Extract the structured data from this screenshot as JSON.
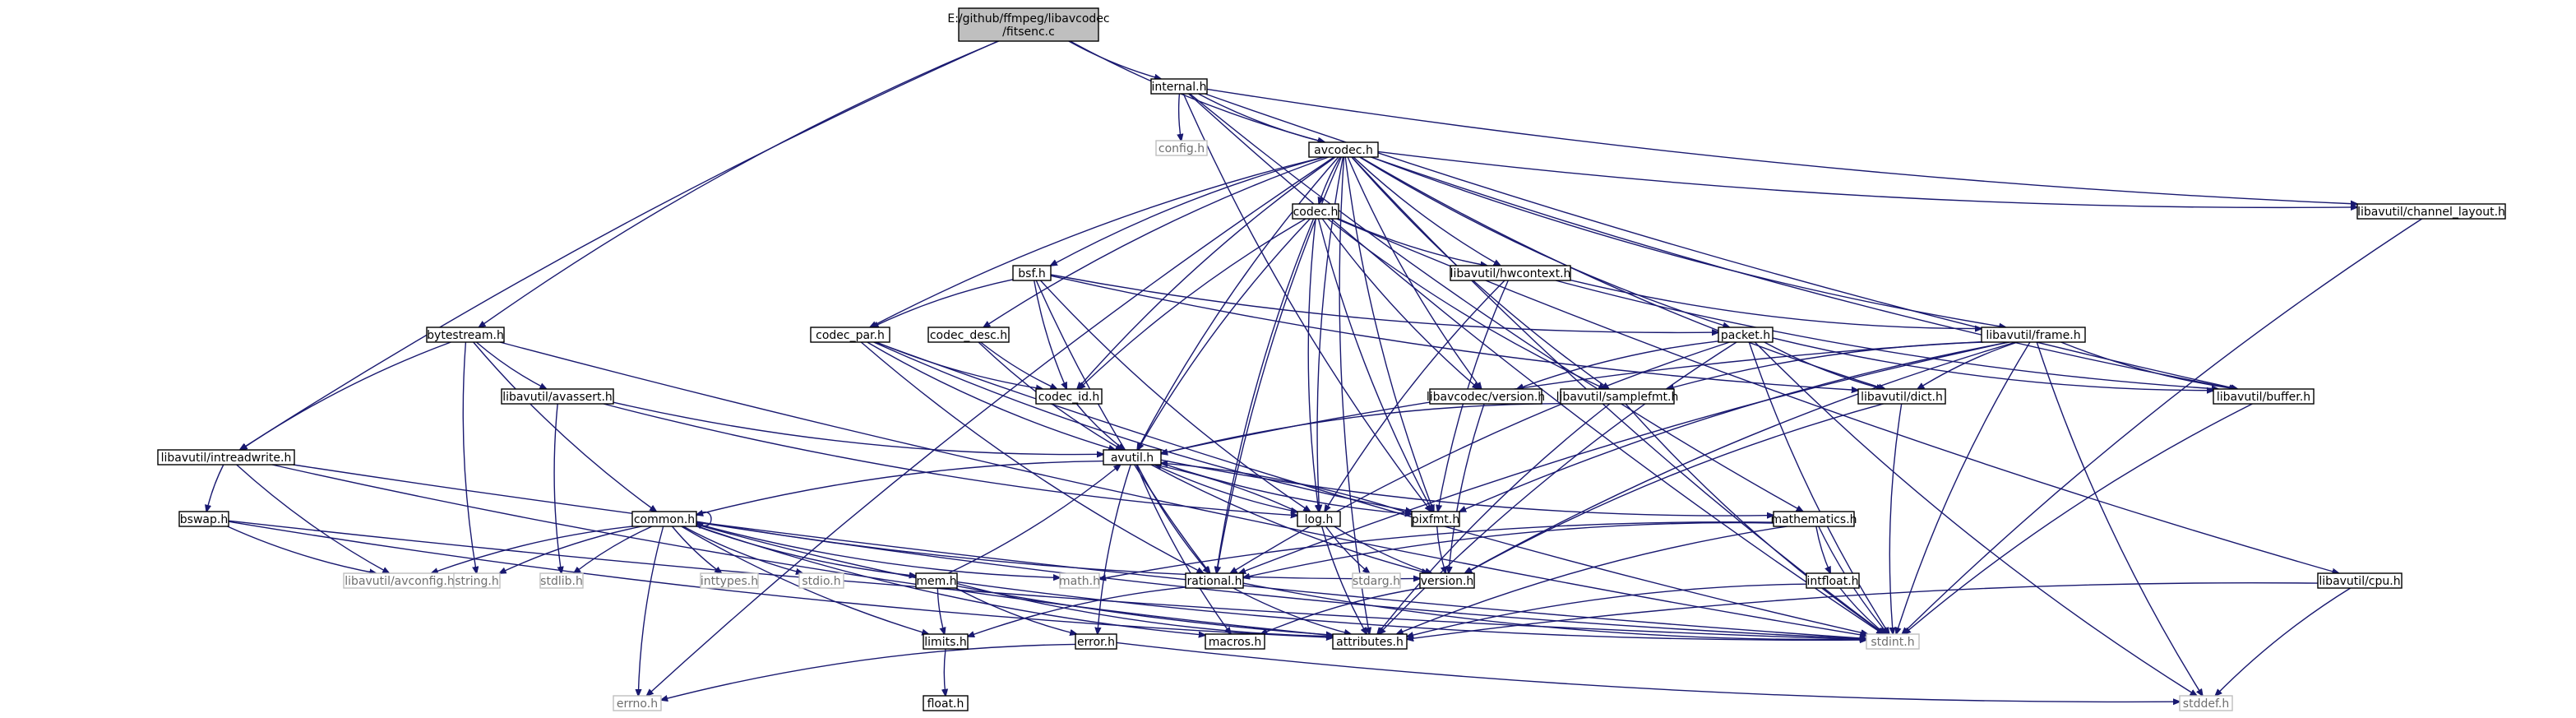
{
  "diagram": {
    "root": "E:/github/ffmpeg/libavcodec/fitsenc.c",
    "nodes": [
      {
        "id": "fitsenc",
        "label": [
          "E:/github/ffmpeg/libavcodec",
          "/fitsenc.c"
        ],
        "kind": "root"
      },
      {
        "id": "internal",
        "label": [
          "internal.h"
        ],
        "kind": "doc"
      },
      {
        "id": "avcodec",
        "label": [
          "avcodec.h"
        ],
        "kind": "doc"
      },
      {
        "id": "config",
        "label": [
          "config.h"
        ],
        "kind": "sys"
      },
      {
        "id": "chlayout",
        "label": [
          "libavutil/channel_layout.h"
        ],
        "kind": "doc"
      },
      {
        "id": "codec",
        "label": [
          "codec.h"
        ],
        "kind": "doc"
      },
      {
        "id": "bsf",
        "label": [
          "bsf.h"
        ],
        "kind": "doc"
      },
      {
        "id": "hwctx",
        "label": [
          "libavutil/hwcontext.h"
        ],
        "kind": "doc"
      },
      {
        "id": "bytestream",
        "label": [
          "bytestream.h"
        ],
        "kind": "doc"
      },
      {
        "id": "codecpar",
        "label": [
          "codec_par.h"
        ],
        "kind": "doc"
      },
      {
        "id": "codecdesc",
        "label": [
          "codec_desc.h"
        ],
        "kind": "doc"
      },
      {
        "id": "packet",
        "label": [
          "packet.h"
        ],
        "kind": "doc"
      },
      {
        "id": "frame",
        "label": [
          "libavutil/frame.h"
        ],
        "kind": "doc"
      },
      {
        "id": "avassert",
        "label": [
          "libavutil/avassert.h"
        ],
        "kind": "doc"
      },
      {
        "id": "codecid",
        "label": [
          "codec_id.h"
        ],
        "kind": "doc"
      },
      {
        "id": "codecver",
        "label": [
          "libavcodec/version.h"
        ],
        "kind": "doc"
      },
      {
        "id": "samplefmt",
        "label": [
          "libavutil/samplefmt.h"
        ],
        "kind": "doc"
      },
      {
        "id": "dict",
        "label": [
          "libavutil/dict.h"
        ],
        "kind": "doc"
      },
      {
        "id": "buffer",
        "label": [
          "libavutil/buffer.h"
        ],
        "kind": "doc"
      },
      {
        "id": "intreadwrite",
        "label": [
          "libavutil/intreadwrite.h"
        ],
        "kind": "doc"
      },
      {
        "id": "avutil",
        "label": [
          "avutil.h"
        ],
        "kind": "doc"
      },
      {
        "id": "bswap",
        "label": [
          "bswap.h"
        ],
        "kind": "doc"
      },
      {
        "id": "common",
        "label": [
          "common.h"
        ],
        "kind": "doc"
      },
      {
        "id": "log",
        "label": [
          "log.h"
        ],
        "kind": "doc"
      },
      {
        "id": "pixfmt",
        "label": [
          "pixfmt.h"
        ],
        "kind": "doc"
      },
      {
        "id": "mathematics",
        "label": [
          "mathematics.h"
        ],
        "kind": "doc"
      },
      {
        "id": "avconfig",
        "label": [
          "libavutil/avconfig.h"
        ],
        "kind": "sys"
      },
      {
        "id": "string",
        "label": [
          "string.h"
        ],
        "kind": "sys"
      },
      {
        "id": "stdlib",
        "label": [
          "stdlib.h"
        ],
        "kind": "sys"
      },
      {
        "id": "inttypes",
        "label": [
          "inttypes.h"
        ],
        "kind": "sys"
      },
      {
        "id": "stdio",
        "label": [
          "stdio.h"
        ],
        "kind": "sys"
      },
      {
        "id": "mathh",
        "label": [
          "math.h"
        ],
        "kind": "sys"
      },
      {
        "id": "mem",
        "label": [
          "mem.h"
        ],
        "kind": "doc"
      },
      {
        "id": "rational",
        "label": [
          "rational.h"
        ],
        "kind": "doc"
      },
      {
        "id": "stdarg",
        "label": [
          "stdarg.h"
        ],
        "kind": "sys"
      },
      {
        "id": "version",
        "label": [
          "version.h"
        ],
        "kind": "doc"
      },
      {
        "id": "intfloat",
        "label": [
          "intfloat.h"
        ],
        "kind": "doc"
      },
      {
        "id": "cpu",
        "label": [
          "libavutil/cpu.h"
        ],
        "kind": "doc"
      },
      {
        "id": "limits",
        "label": [
          "limits.h"
        ],
        "kind": "doc"
      },
      {
        "id": "error",
        "label": [
          "error.h"
        ],
        "kind": "doc"
      },
      {
        "id": "macros",
        "label": [
          "macros.h"
        ],
        "kind": "doc"
      },
      {
        "id": "attributes",
        "label": [
          "attributes.h"
        ],
        "kind": "doc"
      },
      {
        "id": "stdint",
        "label": [
          "stdint.h"
        ],
        "kind": "sys"
      },
      {
        "id": "float",
        "label": [
          "float.h"
        ],
        "kind": "doc"
      },
      {
        "id": "errno",
        "label": [
          "errno.h"
        ],
        "kind": "sys"
      },
      {
        "id": "stddef",
        "label": [
          "stddef.h"
        ],
        "kind": "sys"
      }
    ],
    "edges": [
      [
        "fitsenc",
        "internal"
      ],
      [
        "fitsenc",
        "avcodec"
      ],
      [
        "fitsenc",
        "bytestream"
      ],
      [
        "fitsenc",
        "intreadwrite"
      ],
      [
        "internal",
        "avcodec"
      ],
      [
        "internal",
        "config"
      ],
      [
        "internal",
        "chlayout"
      ],
      [
        "internal",
        "buffer"
      ],
      [
        "internal",
        "pixfmt"
      ],
      [
        "internal",
        "mathematics"
      ],
      [
        "internal",
        "stdint"
      ],
      [
        "avcodec",
        "errno"
      ],
      [
        "avcodec",
        "stdint"
      ],
      [
        "avcodec",
        "codec"
      ],
      [
        "avcodec",
        "bsf"
      ],
      [
        "avcodec",
        "hwctx"
      ],
      [
        "avcodec",
        "codecpar"
      ],
      [
        "avcodec",
        "codecdesc"
      ],
      [
        "avcodec",
        "codecid"
      ],
      [
        "avcodec",
        "packet"
      ],
      [
        "avcodec",
        "frame"
      ],
      [
        "avcodec",
        "codecver"
      ],
      [
        "avcodec",
        "samplefmt"
      ],
      [
        "avcodec",
        "dict"
      ],
      [
        "avcodec",
        "buffer"
      ],
      [
        "avcodec",
        "chlayout"
      ],
      [
        "avcodec",
        "avutil"
      ],
      [
        "avcodec",
        "log"
      ],
      [
        "avcodec",
        "pixfmt"
      ],
      [
        "avcodec",
        "rational"
      ],
      [
        "avcodec",
        "attributes"
      ],
      [
        "codec",
        "codecid"
      ],
      [
        "codec",
        "hwctx"
      ],
      [
        "codec",
        "codecver"
      ],
      [
        "codec",
        "avutil"
      ],
      [
        "codec",
        "log"
      ],
      [
        "codec",
        "pixfmt"
      ],
      [
        "codec",
        "rational"
      ],
      [
        "codec",
        "samplefmt"
      ],
      [
        "codec",
        "cpu"
      ],
      [
        "bsf",
        "codecid"
      ],
      [
        "bsf",
        "codecpar"
      ],
      [
        "bsf",
        "packet"
      ],
      [
        "bsf",
        "dict"
      ],
      [
        "bsf",
        "log"
      ],
      [
        "bsf",
        "rational"
      ],
      [
        "hwctx",
        "buffer"
      ],
      [
        "hwctx",
        "frame"
      ],
      [
        "hwctx",
        "log"
      ],
      [
        "hwctx",
        "pixfmt"
      ],
      [
        "bytestream",
        "intreadwrite"
      ],
      [
        "bytestream",
        "avassert"
      ],
      [
        "bytestream",
        "common"
      ],
      [
        "bytestream",
        "string"
      ],
      [
        "bytestream",
        "stdint"
      ],
      [
        "codecpar",
        "codecid"
      ],
      [
        "codecpar",
        "avutil"
      ],
      [
        "codecpar",
        "rational"
      ],
      [
        "codecpar",
        "pixfmt"
      ],
      [
        "codecpar",
        "stdint"
      ],
      [
        "codecdesc",
        "codecid"
      ],
      [
        "codecdesc",
        "avutil"
      ],
      [
        "packet",
        "codecver"
      ],
      [
        "packet",
        "buffer"
      ],
      [
        "packet",
        "dict"
      ],
      [
        "packet",
        "rational"
      ],
      [
        "packet",
        "attributes"
      ],
      [
        "packet",
        "stddef"
      ],
      [
        "packet",
        "stdint"
      ],
      [
        "frame",
        "avutil"
      ],
      [
        "frame",
        "buffer"
      ],
      [
        "frame",
        "dict"
      ],
      [
        "frame",
        "rational"
      ],
      [
        "frame",
        "samplefmt"
      ],
      [
        "frame",
        "pixfmt"
      ],
      [
        "frame",
        "version"
      ],
      [
        "frame",
        "stddef"
      ],
      [
        "frame",
        "stdint"
      ],
      [
        "avassert",
        "stdlib"
      ],
      [
        "avassert",
        "avutil"
      ],
      [
        "avassert",
        "log"
      ],
      [
        "codecid",
        "avutil"
      ],
      [
        "codecver",
        "version"
      ],
      [
        "samplefmt",
        "avutil"
      ],
      [
        "samplefmt",
        "attributes"
      ],
      [
        "samplefmt",
        "stdint"
      ],
      [
        "dict",
        "stdint"
      ],
      [
        "dict",
        "version"
      ],
      [
        "buffer",
        "stdint"
      ],
      [
        "chlayout",
        "stdint"
      ],
      [
        "intreadwrite",
        "bswap"
      ],
      [
        "intreadwrite",
        "avconfig"
      ],
      [
        "intreadwrite",
        "attributes"
      ],
      [
        "intreadwrite",
        "stdint"
      ],
      [
        "bswap",
        "avconfig"
      ],
      [
        "bswap",
        "attributes"
      ],
      [
        "bswap",
        "stdint"
      ],
      [
        "avutil",
        "common"
      ],
      [
        "avutil",
        "rational"
      ],
      [
        "avutil",
        "version"
      ],
      [
        "avutil",
        "macros"
      ],
      [
        "avutil",
        "mathematics"
      ],
      [
        "avutil",
        "log"
      ],
      [
        "avutil",
        "pixfmt"
      ],
      [
        "avutil",
        "error"
      ],
      [
        "common",
        "common"
      ],
      [
        "common",
        "errno"
      ],
      [
        "common",
        "inttypes"
      ],
      [
        "common",
        "limits"
      ],
      [
        "common",
        "mathh"
      ],
      [
        "common",
        "stdint"
      ],
      [
        "common",
        "stdio"
      ],
      [
        "common",
        "stdlib"
      ],
      [
        "common",
        "string"
      ],
      [
        "common",
        "attributes"
      ],
      [
        "common",
        "macros"
      ],
      [
        "common",
        "version"
      ],
      [
        "common",
        "avconfig"
      ],
      [
        "common",
        "mem"
      ],
      [
        "log",
        "stdarg"
      ],
      [
        "log",
        "avutil"
      ],
      [
        "log",
        "attributes"
      ],
      [
        "log",
        "version"
      ],
      [
        "pixfmt",
        "avutil"
      ],
      [
        "pixfmt",
        "version"
      ],
      [
        "mathematics",
        "stdint"
      ],
      [
        "mathematics",
        "mathh"
      ],
      [
        "mathematics",
        "attributes"
      ],
      [
        "mathematics",
        "rational"
      ],
      [
        "mathematics",
        "intfloat"
      ],
      [
        "mem",
        "limits"
      ],
      [
        "mem",
        "stdint"
      ],
      [
        "mem",
        "attributes"
      ],
      [
        "mem",
        "error"
      ],
      [
        "mem",
        "avutil"
      ],
      [
        "rational",
        "stdint"
      ],
      [
        "rational",
        "limits"
      ],
      [
        "rational",
        "attributes"
      ],
      [
        "version",
        "macros"
      ],
      [
        "intfloat",
        "stdint"
      ],
      [
        "intfloat",
        "attributes"
      ],
      [
        "cpu",
        "stddef"
      ],
      [
        "cpu",
        "attributes"
      ],
      [
        "limits",
        "float"
      ],
      [
        "error",
        "errno"
      ],
      [
        "error",
        "stddef"
      ]
    ]
  }
}
